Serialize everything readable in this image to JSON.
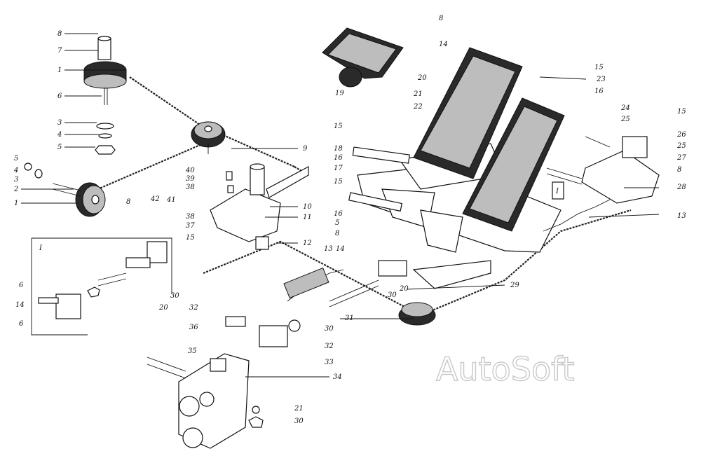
{
  "watermark": "AutoSoft",
  "callouts": {
    "top_left": [
      "8",
      "7",
      "1",
      "6",
      "3",
      "4",
      "5"
    ],
    "left_pulley": [
      "5",
      "4",
      "3",
      "2",
      "1",
      "8"
    ],
    "inset_marker": "I",
    "inset_numbers": [
      "42",
      "6",
      "14",
      "6",
      "30",
      "20"
    ],
    "middle_cable": [
      "9",
      "40",
      "39",
      "38",
      "41",
      "38",
      "37",
      "15",
      "10",
      "11",
      "12"
    ],
    "center": [
      "13",
      "14",
      "20",
      "30",
      "31",
      "29",
      "32",
      "36",
      "30",
      "32",
      "33",
      "35",
      "34",
      "21",
      "30"
    ],
    "pedals_top": [
      "8",
      "14",
      "20",
      "19",
      "21",
      "22",
      "15",
      "23",
      "16"
    ],
    "pedals_mid": [
      "15",
      "18",
      "16",
      "17",
      "15",
      "16",
      "5",
      "8"
    ],
    "right_side": [
      "24",
      "25",
      "15",
      "26",
      "25",
      "27",
      "8",
      "28",
      "13"
    ],
    "pedal_marker": "I"
  }
}
